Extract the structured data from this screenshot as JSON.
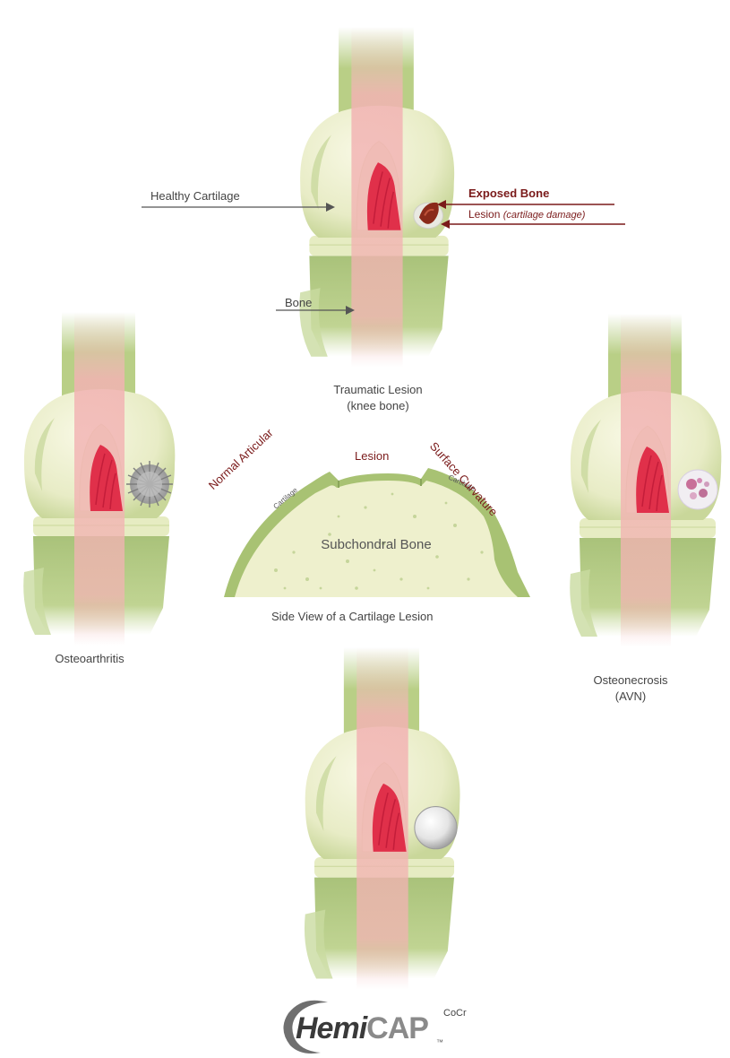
{
  "labels": {
    "healthy_cartilage": "Healthy Cartilage",
    "exposed_bone": "Exposed Bone",
    "lesion": "Lesion",
    "lesion_note": "(cartilage damage)",
    "bone": "Bone"
  },
  "captions": {
    "traumatic_line1": "Traumatic Lesion",
    "traumatic_line2": "(knee bone)",
    "osteoarthritis": "Osteoarthritis",
    "osteonecrosis_line1": "Osteonecrosis",
    "osteonecrosis_line2": "(AVN)"
  },
  "side_view": {
    "normal_articular": "Normal Articular",
    "surface_curvature": "Surface Curvature",
    "lesion": "Lesion",
    "cartilage_left": "Cartilage",
    "cartilage_right": "Cartilage",
    "subchondral_bone": "Subchondral Bone",
    "caption": "Side View of a Cartilage Lesion"
  },
  "logo": {
    "hemi": "Hemi",
    "cap": "CAP",
    "superscript": "CoCr",
    "trademark": "™"
  },
  "colors": {
    "bone_green": "#b9cf86",
    "cartilage_cream": "#eef0cf",
    "muscle_red": "#e0304a",
    "ligament_pink": "#f2b3b3",
    "label_red": "#7a1a1a",
    "arrow_gray": "#555555"
  }
}
